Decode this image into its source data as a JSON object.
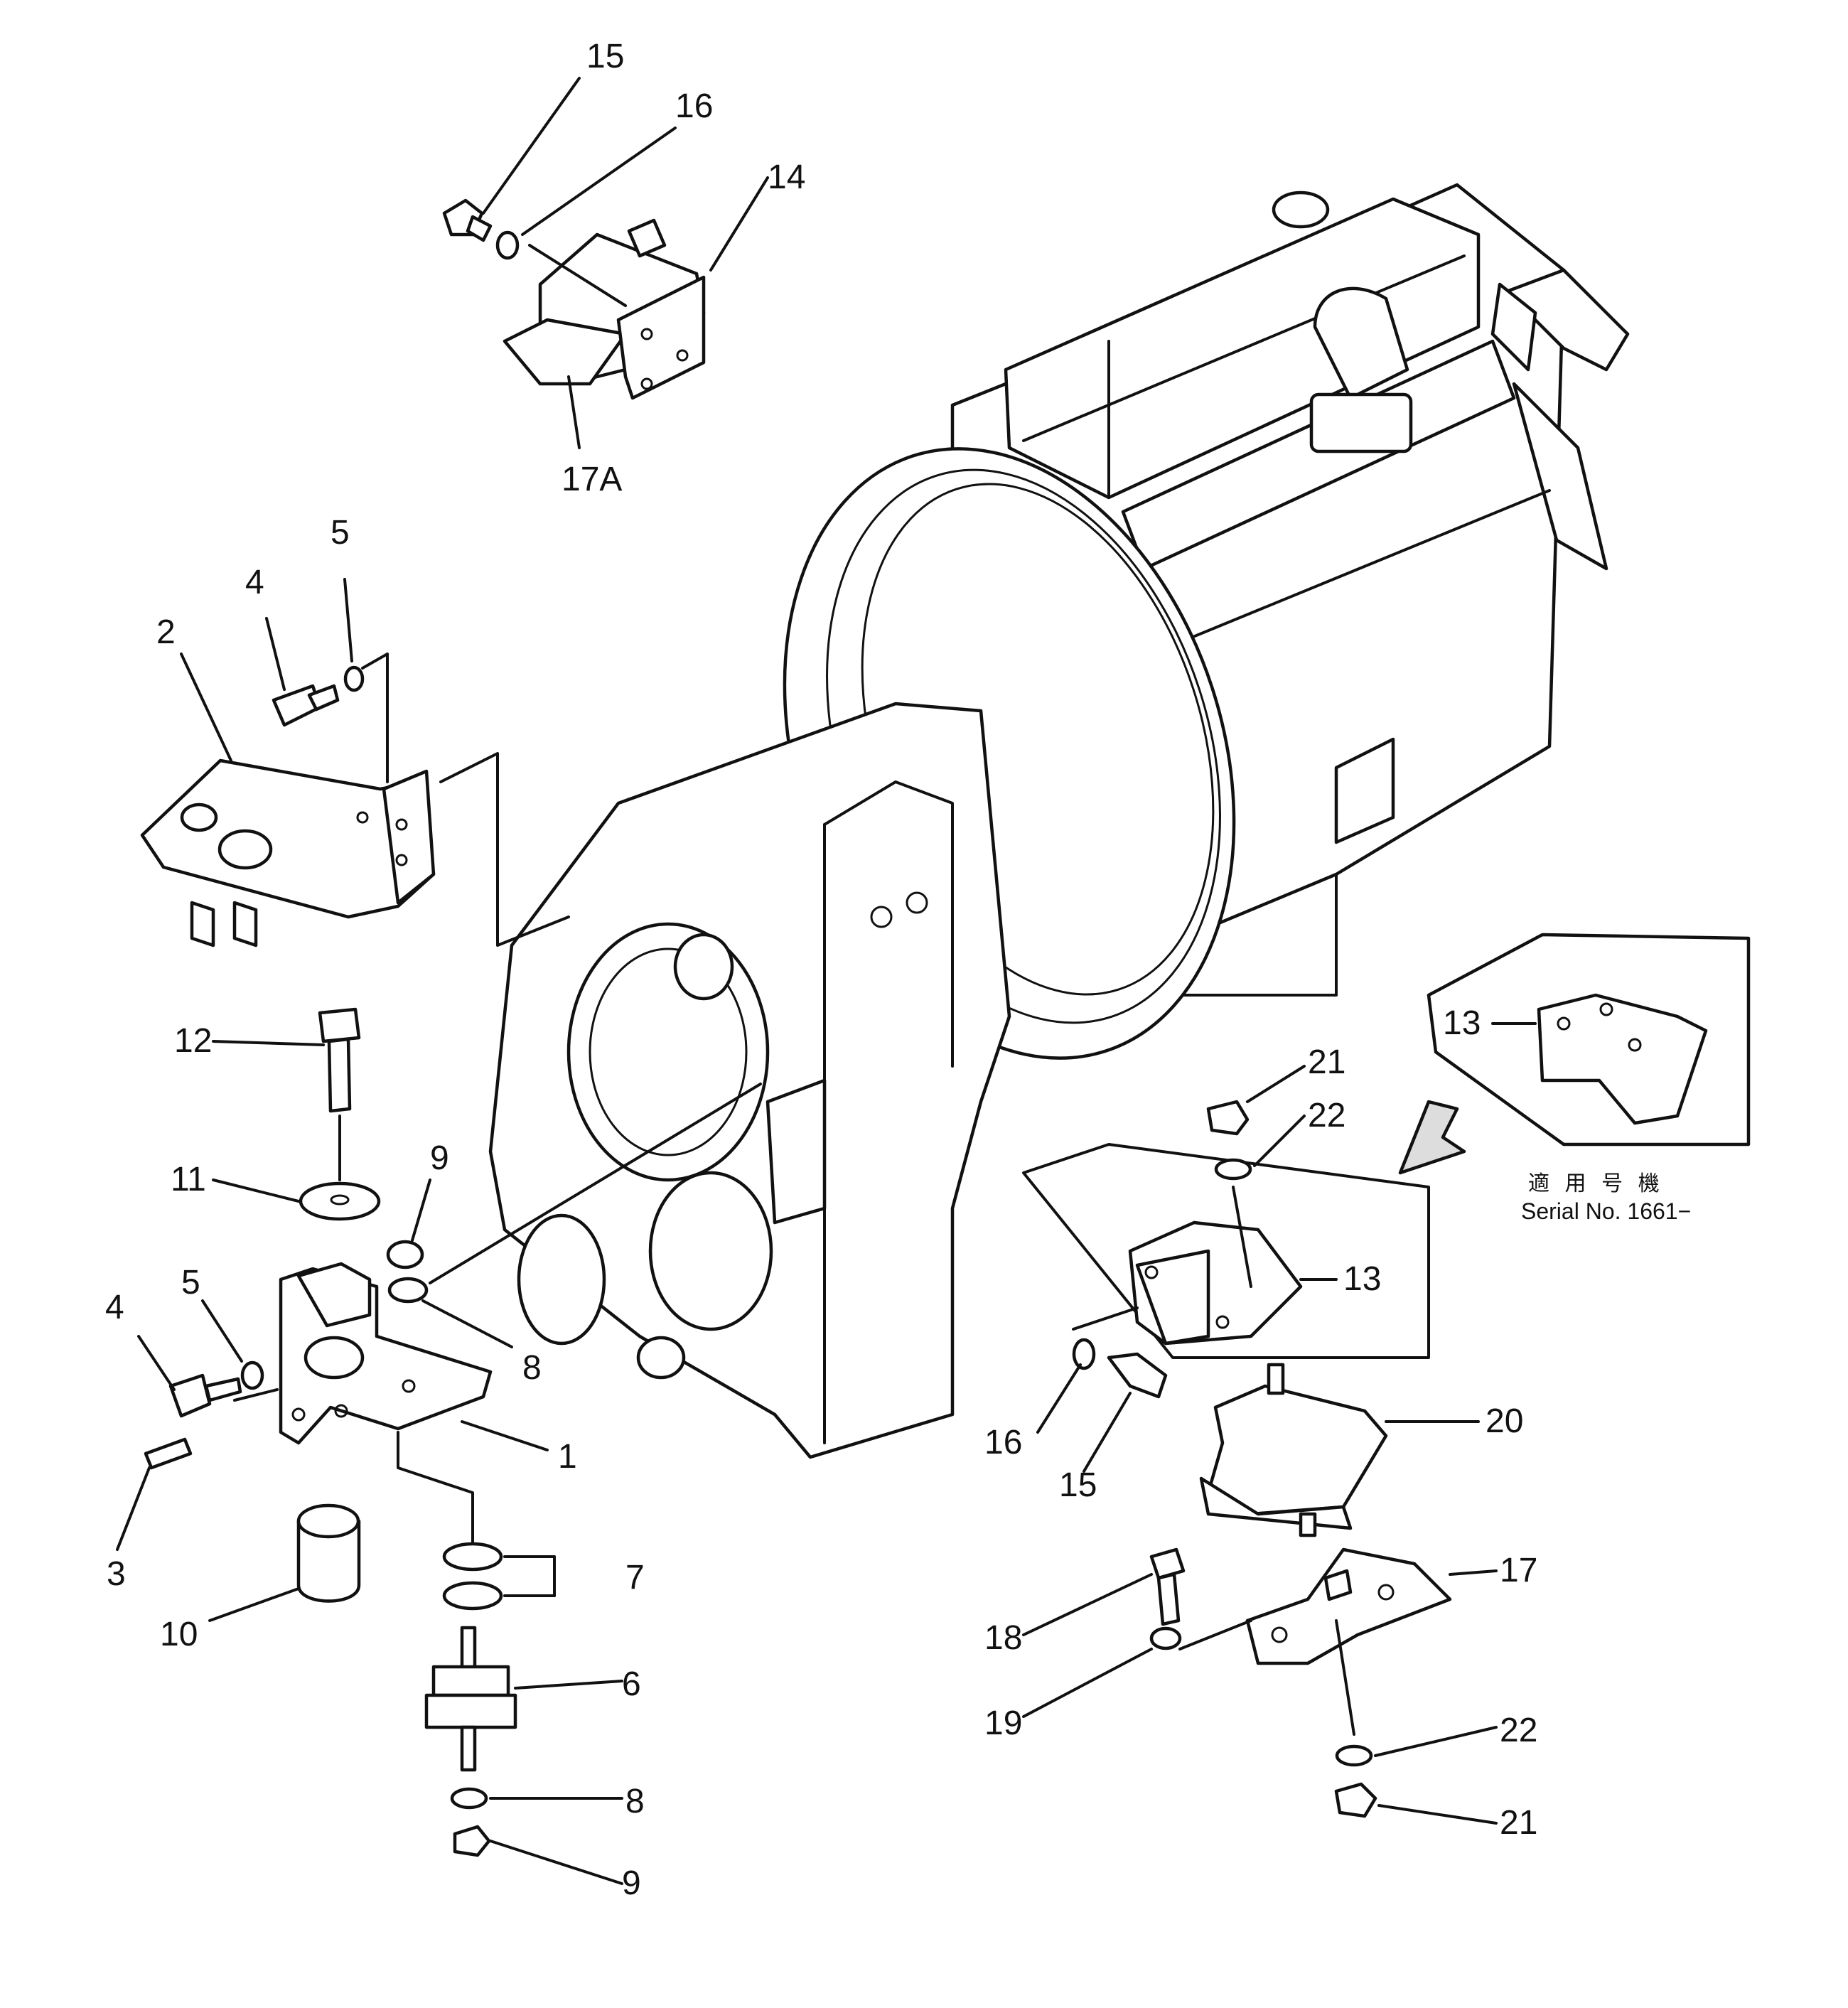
{
  "callouts": {
    "c15a": "15",
    "c16a": "16",
    "c14": "14",
    "c17a": "17A",
    "c5a": "5",
    "c4a": "4",
    "c2": "2",
    "c12": "12",
    "c11": "11",
    "c9a": "9",
    "c8a": "8",
    "c5b": "5",
    "c4b": "4",
    "c1": "1",
    "c3": "3",
    "c10": "10",
    "c7": "7",
    "c6": "6",
    "c8b": "8",
    "c9b": "9",
    "c13a": "13",
    "c21a": "21",
    "c22a": "22",
    "c13b": "13",
    "c16b": "16",
    "c15b": "15",
    "c20": "20",
    "c17": "17",
    "c18": "18",
    "c19": "19",
    "c22b": "22",
    "c21b": "21"
  },
  "applicability_note": {
    "line1": "適 用 号 機",
    "line2": "Serial No. 1661−"
  }
}
